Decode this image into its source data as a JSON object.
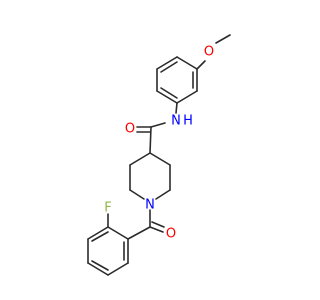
{
  "molecule": {
    "atom_labels": {
      "methoxy_oxygen": "O",
      "amide_nitrogen": "N",
      "amide_hydrogen": "H",
      "amide_oxygen": "O",
      "piperidine_nitrogen": "N",
      "fluorine": "F",
      "benzoyl_oxygen": "O"
    },
    "colors": {
      "bond": "#2b2b2b",
      "oxygen": "#ff0000",
      "nitrogen": "#0000ff",
      "fluorine": "#8fb84a"
    }
  }
}
